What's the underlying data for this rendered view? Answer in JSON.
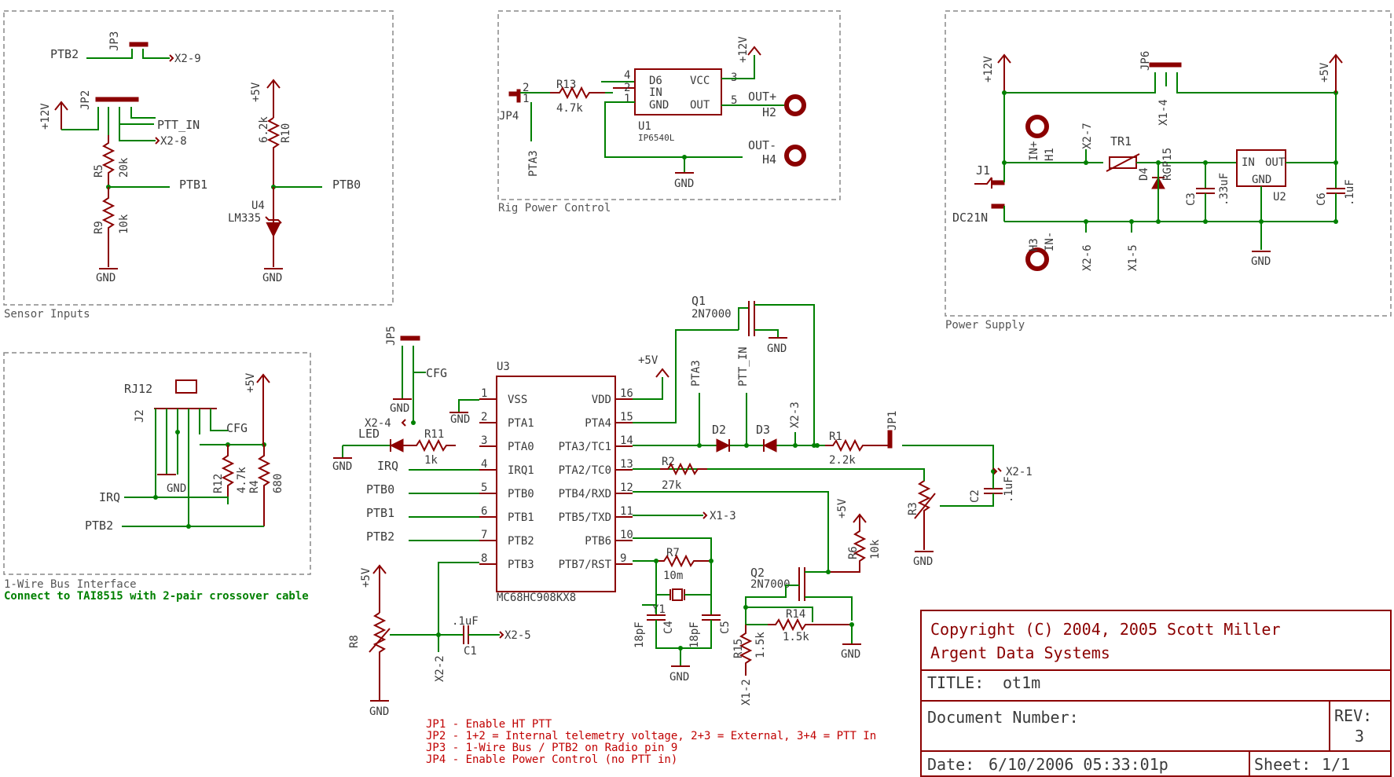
{
  "sections": {
    "sensor_inputs": "Sensor Inputs",
    "rig_power": "Rig Power Control",
    "power_supply": "Power Supply",
    "one_wire": "1-Wire Bus Interface",
    "one_wire_note": "Connect to TAI8515 with 2-pair crossover cable"
  },
  "net": {
    "ptb0": "PTB0",
    "ptb1": "PTB1",
    "ptb2": "PTB2",
    "pta3": "PTA3",
    "ptt_in": "PTT_IN",
    "gnd": "GND",
    "p5v": "+5V",
    "p12v": "+12V",
    "irq": "IRQ",
    "cfg": "CFG",
    "x2_9": "X2-9",
    "x2_8": "X2-8",
    "x2_7": "X2-7",
    "x2_6": "X2-6",
    "x2_5": "X2-5",
    "x2_4": "X2-4",
    "x2_3": "X2-3",
    "x2_2": "X2-2",
    "x2_1": "X2-1",
    "x1_5": "X1-5",
    "x1_4": "X1-4",
    "x1_3": "X1-3",
    "x1_2": "X1-2",
    "out_plus": "OUT+",
    "out_minus": "OUT-",
    "in_plus": "IN+",
    "in_minus": "IN-"
  },
  "parts": {
    "jp1": "JP1",
    "jp2": "JP2",
    "jp3": "JP3",
    "jp4": "JP4",
    "jp5": "JP5",
    "jp6": "JP6",
    "r1": "R1",
    "r1v": "2.2k",
    "r2": "R2",
    "r2v": "27k",
    "r3": "R3",
    "r4": "R4",
    "r4v": "680",
    "r5": "R5",
    "r5v": "20k",
    "r6": "R6",
    "r6v": "10k",
    "r7": "R7",
    "r7v": "10m",
    "r8": "R8",
    "r9": "R9",
    "r9v": "10k",
    "r10": "R10",
    "r10v": "6.2k",
    "r11": "R11",
    "r11v": "1k",
    "r12": "R12",
    "r12v": "4.7k",
    "r13": "R13",
    "r13v": "4.7k",
    "r14": "R14",
    "r14v": "1.5k",
    "r15": "R15",
    "r15v": "1.5k",
    "c1": "C1",
    "c1v": ".1uF",
    "c2": "C2",
    "c2v": ".1uF",
    "c3": "C3",
    "c3v": ".33uF",
    "c4": "C4",
    "c4v": "18pF",
    "c5": "C5",
    "c5v": "18pF",
    "c6": "C6",
    "c6v": ".1uF",
    "d2": "D2",
    "d3": "D3",
    "d4": "D4",
    "d4v": "RGP15",
    "d6": "D6",
    "led": "LED",
    "u1": "U1",
    "u1v": "IP6540L",
    "u2": "U2",
    "u3": "U3",
    "u3v": "MC68HC908KX8",
    "u4": "U4",
    "u4v": "LM335",
    "q1": "Q1",
    "q1v": "2N7000",
    "q2": "Q2",
    "q2v": "2N7000",
    "y1": "Y1",
    "tr1": "TR1",
    "j1": "J1",
    "j1v": "DC21N",
    "j2": "J2",
    "rj12": "RJ12",
    "h1": "H1",
    "h2": "H2",
    "h3": "H3",
    "h4": "H4"
  },
  "u3_pins_left": [
    {
      "num": "1",
      "name": "VSS"
    },
    {
      "num": "2",
      "name": "PTA1"
    },
    {
      "num": "3",
      "name": "PTA0"
    },
    {
      "num": "4",
      "name": "IRQ1"
    },
    {
      "num": "5",
      "name": "PTB0"
    },
    {
      "num": "6",
      "name": "PTB1"
    },
    {
      "num": "7",
      "name": "PTB2"
    },
    {
      "num": "8",
      "name": "PTB3"
    }
  ],
  "u3_pins_right": [
    {
      "num": "16",
      "name": "VDD"
    },
    {
      "num": "15",
      "name": "PTA4"
    },
    {
      "num": "14",
      "name": "PTA3/TC1"
    },
    {
      "num": "13",
      "name": "PTA2/TC0"
    },
    {
      "num": "12",
      "name": "PTB4/RXD"
    },
    {
      "num": "11",
      "name": "PTB5/TXD"
    },
    {
      "num": "10",
      "name": "PTB6"
    },
    {
      "num": "9",
      "name": "PTB7/RST"
    }
  ],
  "u1_pins": {
    "d6": "D6",
    "vcc": "VCC",
    "in": "IN",
    "out": "OUT",
    "gnd": "GND",
    "p1": "1",
    "p2": "2",
    "p3": "3",
    "p4": "4",
    "p5": "5"
  },
  "u2_pins": {
    "in": "IN",
    "out": "OUT",
    "gnd": "GND"
  },
  "notes": [
    "JP1 - Enable HT PTT",
    "JP2 - 1+2 = Internal telemetry voltage, 2+3 = External, 3+4 = PTT In",
    "JP3 - 1-Wire Bus / PTB2 on Radio pin 9",
    "JP4 - Enable Power Control (no PTT in)"
  ],
  "title_block": {
    "copyright": "Copyright (C) 2004, 2005 Scott Miller",
    "company": "Argent Data Systems",
    "title_label": "TITLE:",
    "title_value": "ot1m",
    "doc_label": "Document Number:",
    "rev_label": "REV:",
    "rev_value": "3",
    "date_label": "Date:",
    "date_value": "6/10/2006 05:33:01p",
    "sheet_label": "Sheet:",
    "sheet_value": "1/1"
  }
}
